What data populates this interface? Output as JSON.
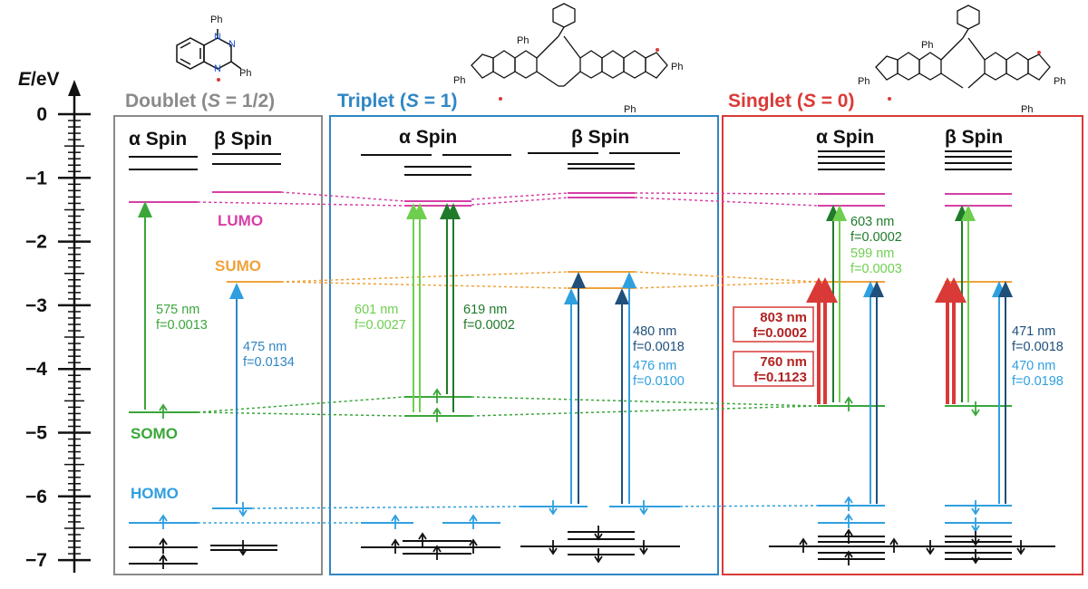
{
  "axis": {
    "label_italic": "E",
    "label_unit": "/eV",
    "ticks": [
      "0",
      "−1",
      "−2",
      "−3",
      "−4",
      "−5",
      "−6",
      "−7"
    ],
    "tick_values": [
      0,
      -1,
      -2,
      -3,
      -4,
      -5,
      -6,
      -7
    ]
  },
  "panels": {
    "doublet": {
      "title_pre": "Doublet (",
      "title_var": "S",
      "title_post": " = 1/2)",
      "color": "#8a8a8a"
    },
    "triplet": {
      "title_pre": "Triplet (",
      "title_var": "S",
      "title_post": " = 1)",
      "color": "#2f86c4"
    },
    "singlet": {
      "title_pre": "Singlet (",
      "title_var": "S",
      "title_post": " = 0)",
      "color": "#d93a37"
    }
  },
  "spin_labels": {
    "alpha": "α Spin",
    "beta": "β Spin"
  },
  "orbital_labels": {
    "lumo": "LUMO",
    "sumo": "SUMO",
    "somo": "SOMO",
    "homo": "HOMO"
  },
  "colors": {
    "lumo": "#d63fa6",
    "sumo": "#f0a23a",
    "somo": "#3aa63a",
    "homo": "#2f9fe0",
    "green_light": "#6ecf4f",
    "green_dark": "#1f7a2a",
    "blue_light": "#2f9fe0",
    "blue_dark": "#1f4f7a",
    "red": "#d93a37",
    "black": "#111111"
  },
  "transitions": {
    "d_alpha": {
      "nm": "575 nm",
      "f": "f=0.0013"
    },
    "d_beta": {
      "nm": "475 nm",
      "f": "f=0.0134"
    },
    "t_alpha_light": {
      "nm": "601 nm",
      "f": "f=0.0027"
    },
    "t_alpha_dark": {
      "nm": "619 nm",
      "f": "f=0.0002"
    },
    "t_beta_dark": {
      "nm": "480 nm",
      "f": "f=0.0018"
    },
    "t_beta_light": {
      "nm": "476 nm",
      "f": "f=0.0100"
    },
    "s_alpha_dark": {
      "nm": "603 nm",
      "f": "f=0.0002"
    },
    "s_alpha_light": {
      "nm": "599 nm",
      "f": "f=0.0003"
    },
    "s_red1": {
      "nm": "803 nm",
      "f": "f=0.0002"
    },
    "s_red2": {
      "nm": "760 nm",
      "f": "f=0.1123"
    },
    "s_beta_dark": {
      "nm": "471 nm",
      "f": "f=0.0018"
    },
    "s_beta_light": {
      "nm": "470 nm",
      "f": "f=0.0198"
    }
  },
  "molecules": {
    "ph": "Ph",
    "n": "N"
  }
}
